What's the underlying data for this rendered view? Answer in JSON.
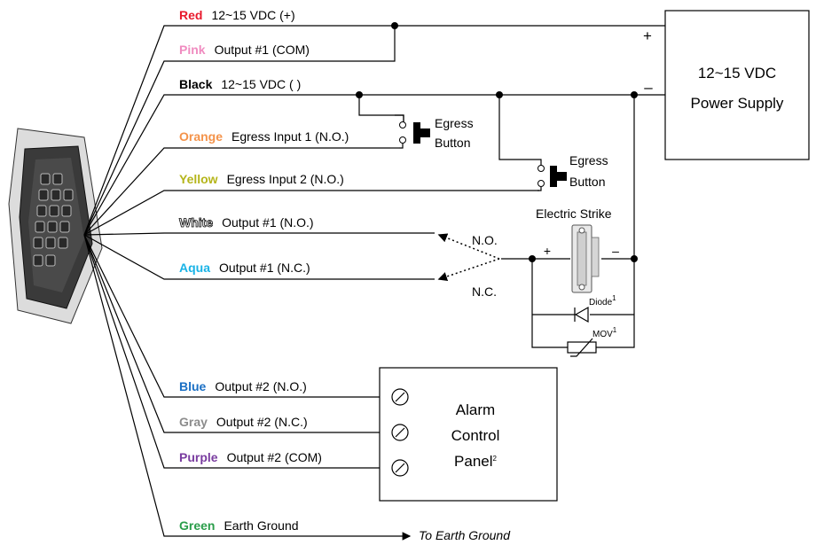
{
  "wires": [
    {
      "color_name": "Red",
      "color": "#e8192c",
      "function": "12~15 VDC (+)"
    },
    {
      "color_name": "Pink",
      "color": "#f08cc0",
      "function": "Output #1 (COM)"
    },
    {
      "color_name": "Black",
      "color": "#000000",
      "function": "12~15 VDC ( )"
    },
    {
      "color_name": "Orange",
      "color": "#f4934a",
      "function": "Egress Input 1 (N.O.)"
    },
    {
      "color_name": "Yellow",
      "color": "#b5b51a",
      "function": "Egress Input 2 (N.O.)"
    },
    {
      "color_name": "White",
      "color": "#ffffff",
      "function": "Output #1 (N.O.)"
    },
    {
      "color_name": "Aqua",
      "color": "#19b3e6",
      "function": "Output #1 (N.C.)"
    },
    {
      "color_name": "Blue",
      "color": "#1a6fc4",
      "function": "Output #2 (N.O.)"
    },
    {
      "color_name": "Gray",
      "color": "#8c8c8c",
      "function": "Output #2 (N.C.)"
    },
    {
      "color_name": "Purple",
      "color": "#7a3da0",
      "function": "Output #2 (COM)"
    },
    {
      "color_name": "Green",
      "color": "#2a9d4a",
      "function": "Earth Ground"
    }
  ],
  "power_supply": {
    "line1": "12~15 VDC",
    "line2": "Power Supply",
    "plus": "+",
    "minus": "–"
  },
  "egress_button_1": {
    "line1": "Egress",
    "line2": "Button"
  },
  "egress_button_2": {
    "line1": "Egress",
    "line2": "Button"
  },
  "electric_strike": {
    "label": "Electric Strike",
    "plus": "+",
    "minus": "–"
  },
  "relay": {
    "no_label": "N.O.",
    "nc_label": "N.C."
  },
  "diode": {
    "label": "Diode",
    "footnote": "1"
  },
  "mov": {
    "label": "MOV",
    "footnote": "1"
  },
  "alarm_panel": {
    "line1": "Alarm",
    "line2": "Control",
    "line3": "Panel",
    "footnote": "2"
  },
  "earth_ground": {
    "label": "To Earth Ground"
  }
}
